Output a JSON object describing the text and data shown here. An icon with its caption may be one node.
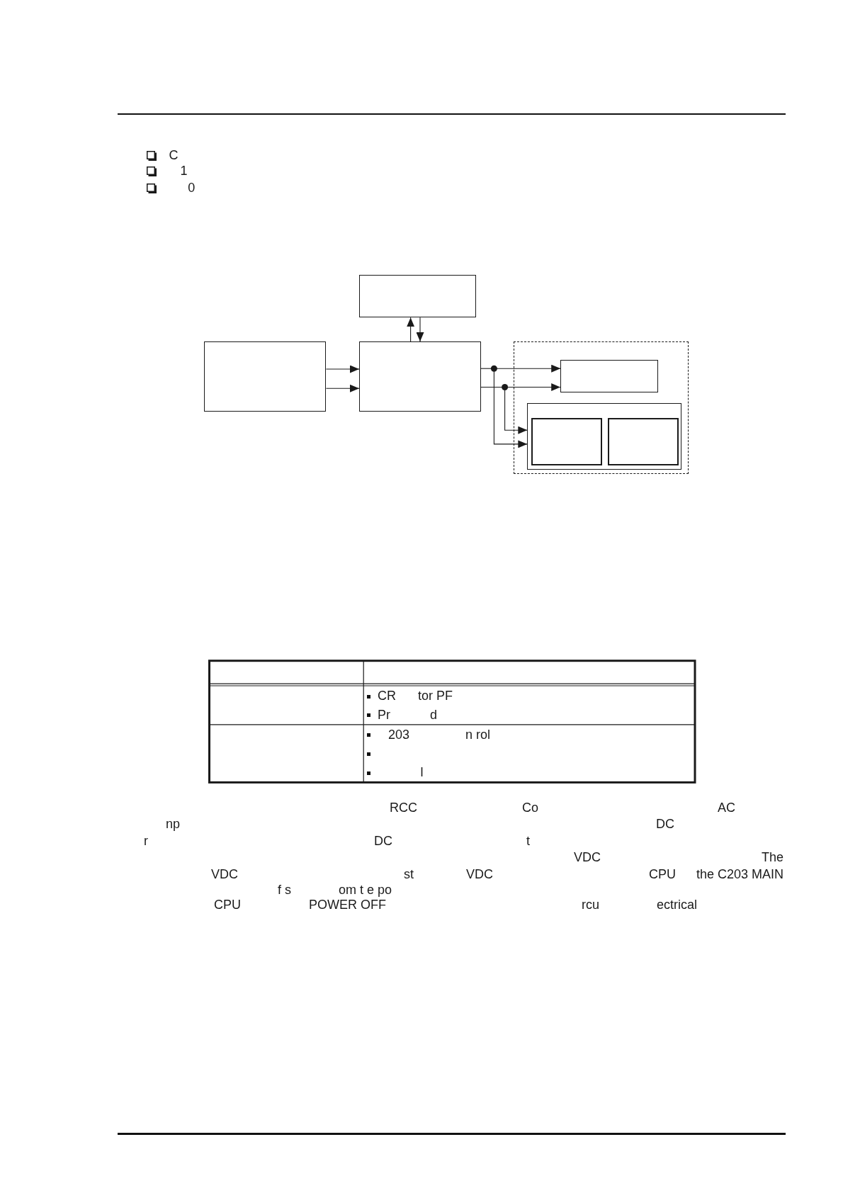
{
  "diagram": {
    "nodes": [
      {
        "text": [],
        "shape": "box"
      },
      {
        "text": [],
        "shape": "box"
      },
      {
        "text": [],
        "shape": "box"
      },
      {
        "text": [],
        "shape": "box"
      },
      {
        "text": [],
        "shape": "box",
        "in": 3
      },
      {
        "text": [],
        "shape": "box",
        "in": 3
      },
      {
        "text": [],
        "shape": "box",
        "in": 5
      },
      {
        "text": [],
        "shape": "box",
        "in": 5
      }
    ],
    "edges": [
      {
        "from": 1,
        "to": 2,
        "arrow": "to"
      },
      {
        "from": 1,
        "to": 2,
        "arrow": "to"
      },
      {
        "from": 2,
        "to": 0,
        "arrow": "to"
      },
      {
        "from": 0,
        "to": 2,
        "arrow": "to"
      },
      {
        "from": 2,
        "to": 4,
        "arrow": "to"
      },
      {
        "from": 2,
        "to": 5,
        "arrow": "to"
      },
      {
        "from": 2,
        "to": 4,
        "arrow": "to"
      },
      {
        "from": 2,
        "to": 5,
        "arrow": "to"
      }
    ],
    "labels": [
      "C",
      "1",
      "0",
      "CR",
      "tor PF",
      "Pr",
      "d",
      "203",
      "n rol",
      "l",
      "RCC",
      "Co",
      "AC",
      "np",
      "DC",
      "r",
      "DC",
      "t",
      "VDC",
      "The",
      "VDC",
      "st",
      "VDC",
      "CPU",
      "the C203 MAIN",
      "f s",
      "om t e po",
      "CPU",
      "POWER OFF",
      "rcu",
      "ectrical"
    ]
  }
}
